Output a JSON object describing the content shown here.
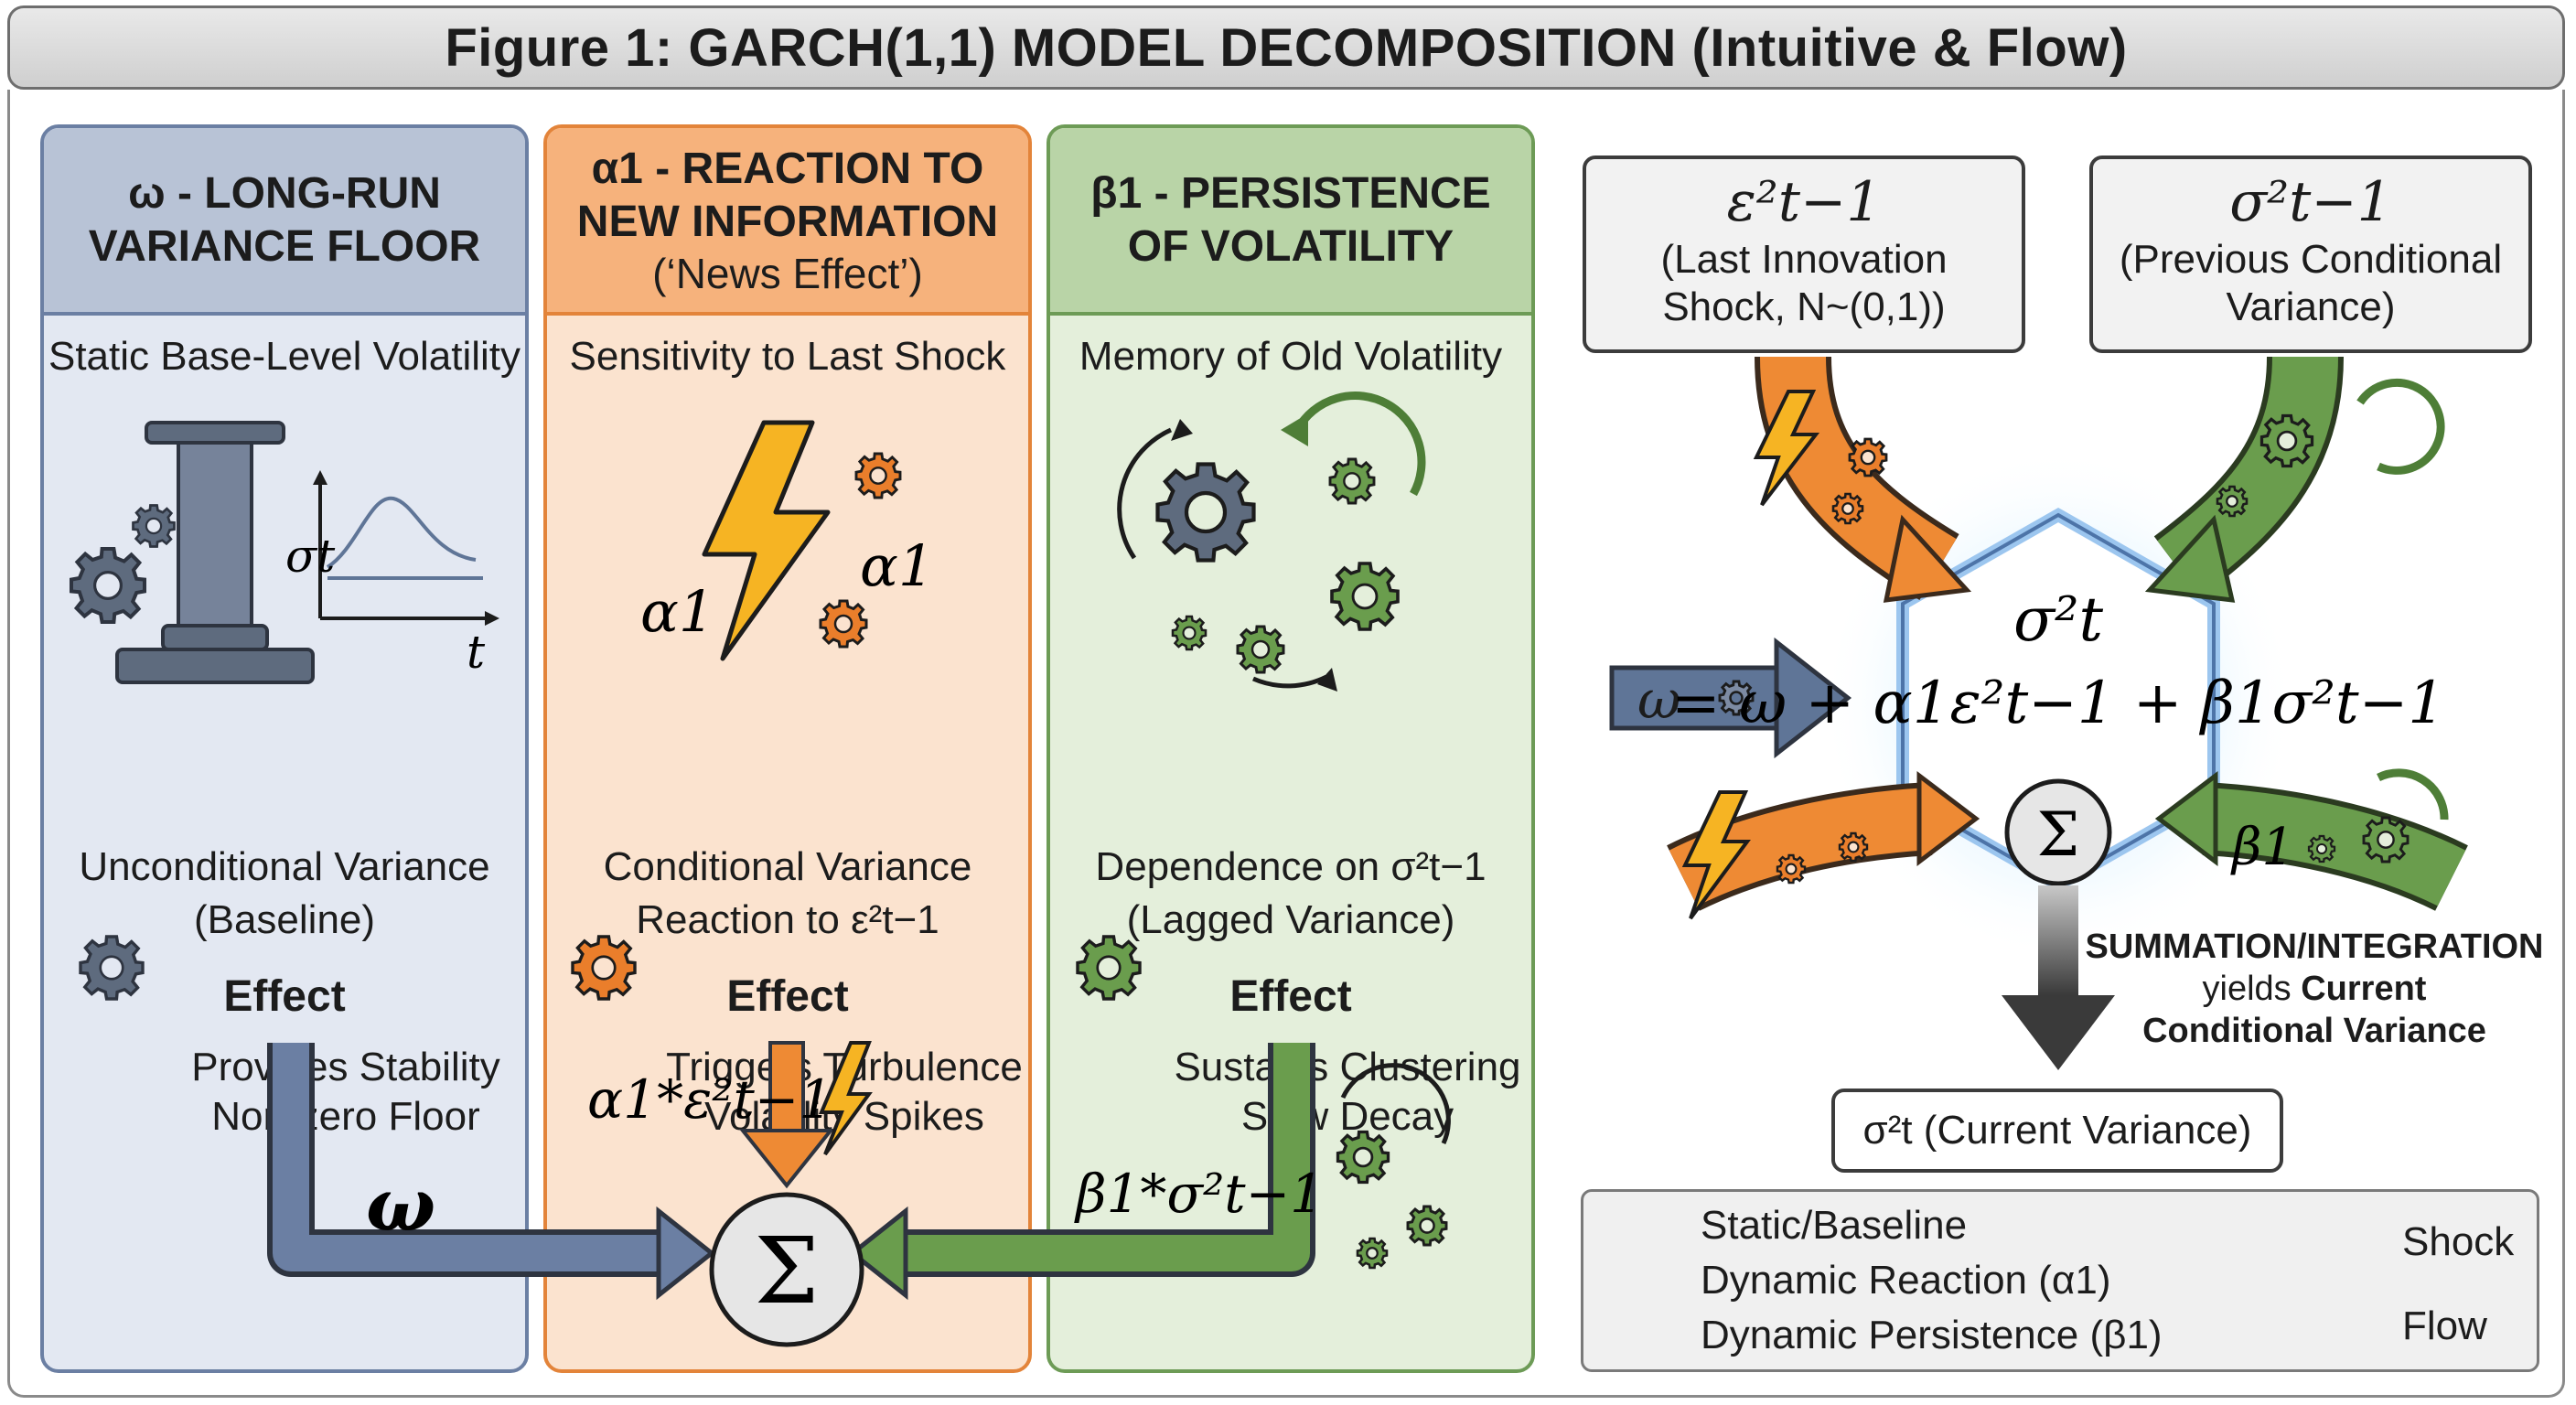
{
  "title": "Figure 1: GARCH(1,1) MODEL DECOMPOSITION (Intuitive & Flow)",
  "panels": {
    "omega": {
      "header_line1": "ω - LONG-RUN",
      "header_line2": "VARIANCE FLOOR",
      "subtitle": "Static Base-Level Volatility",
      "axis_y": "σt",
      "axis_x": "t",
      "desc_line1": "Unconditional Variance",
      "desc_line2": "(Baseline)",
      "effect_heading": "Effect",
      "effect_line1": "Provides Stability",
      "effect_line2": "Non-zero Floor",
      "flow_label": "ω"
    },
    "alpha": {
      "header_line1": "α1 - REACTION TO",
      "header_line2": "NEW INFORMATION",
      "header_line3": "(‘News Effect’)",
      "subtitle": "Sensitivity to Last Shock",
      "icon_label_left": "α1",
      "icon_label_right": "α1",
      "desc_line1": "Conditional Variance",
      "desc_line2": "Reaction to ε²t−1",
      "effect_heading": "Effect",
      "effect_line1": "Triggers Turbulence",
      "effect_line2": "Volatility Spikes",
      "flow_label": "α1*ε²t−1"
    },
    "beta": {
      "header_line1": "β1 - PERSISTENCE",
      "header_line2": "OF VOLATILITY",
      "subtitle": "Memory of Old Volatility",
      "desc_line1": "Dependence on σ²t−1",
      "desc_line2": "(Lagged Variance)",
      "effect_heading": "Effect",
      "effect_line1": "Sustains Clustering",
      "effect_line2": "Slow Decay",
      "flow_label": "β1*σ²t−1"
    }
  },
  "sum_symbol": "Σ",
  "right": {
    "input_shock_symbol": "ε²t−1",
    "input_shock_line1": "(Last Innovation",
    "input_shock_line2": "Shock, N~(0,1))",
    "input_var_symbol": "σ²t−1",
    "input_var_line1": "(Previous Conditional",
    "input_var_line2": "Variance)",
    "hex_top": "σ²t",
    "equation": "= ω + α1ε²t−1 + β1σ²t−1",
    "omega_arrow_label": "ω",
    "beta_arrow_label": "β1",
    "note_line1": "SUMMATION/INTEGRATION",
    "note_line2_prefix": "yields",
    "note_line2_bold": "Current",
    "note_line3": "Conditional Variance",
    "output": "σ²t (Current Variance)"
  },
  "legend": {
    "static": "Static/Baseline",
    "reaction": "Dynamic Reaction (α1)",
    "persistence": "Dynamic Persistence (β1)",
    "shock": "Shock",
    "flow": "Flow"
  },
  "colors": {
    "omega": "#5f7597",
    "alpha": "#ee8a34",
    "beta": "#6a9d4d",
    "gear_grey": "#5e6b7e"
  },
  "icons": [
    "pedestal-icon",
    "gear-icon",
    "lightning-icon",
    "cycle-arrow-icon",
    "sum-icon",
    "hexagon-icon"
  ]
}
